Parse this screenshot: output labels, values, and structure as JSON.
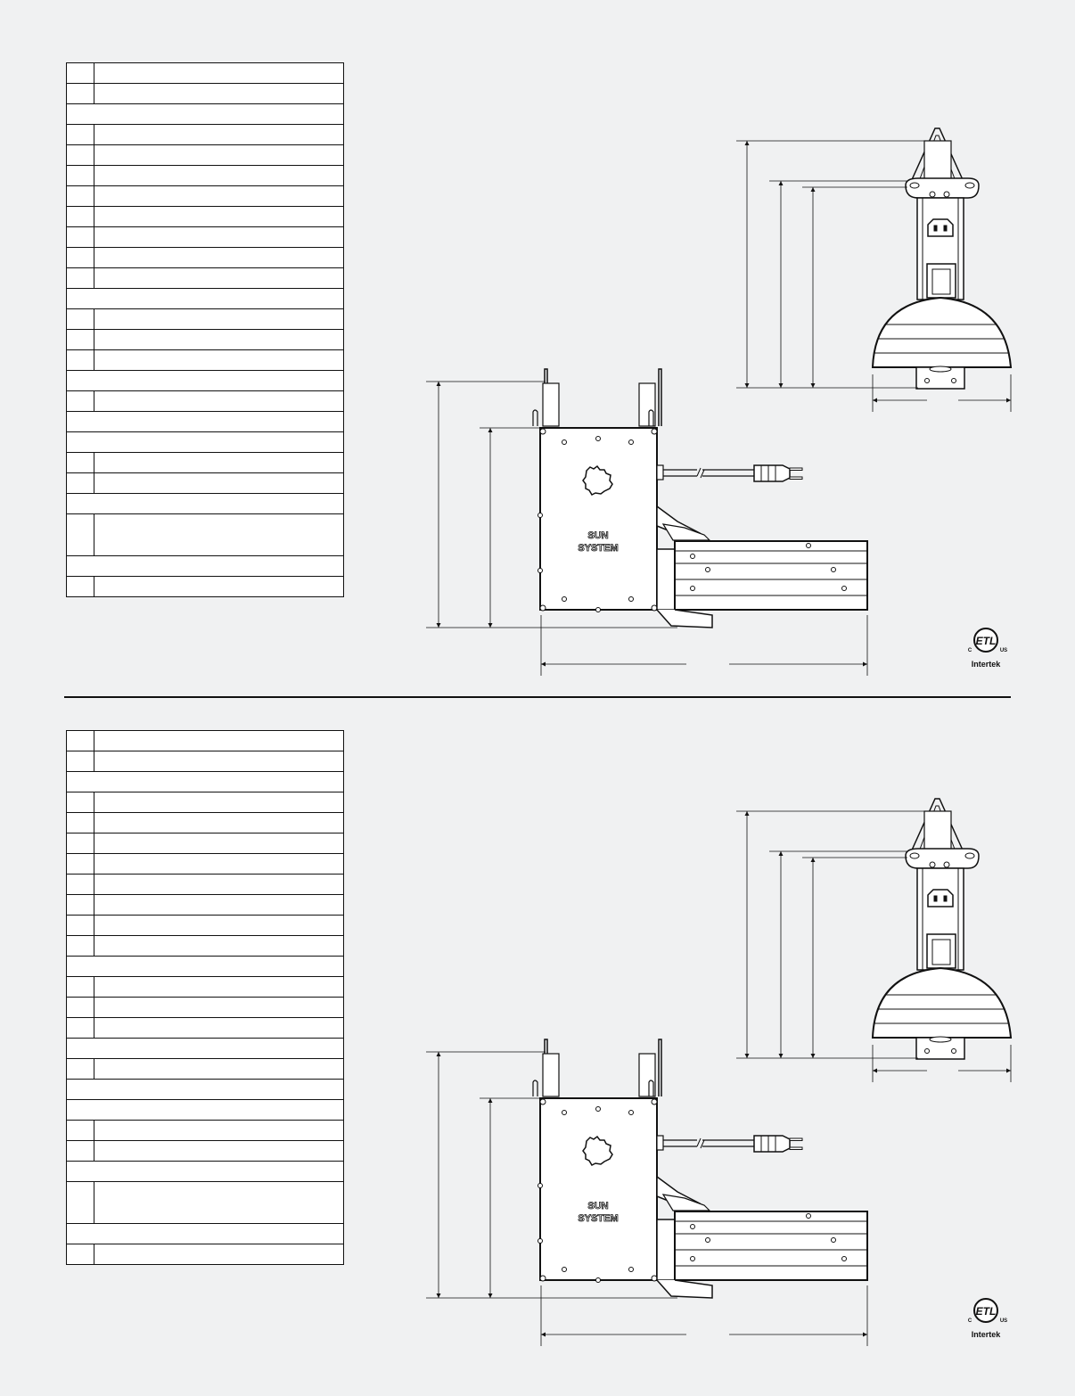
{
  "sheets": [
    {
      "table_rows": [
        "num",
        "num",
        "section",
        "num",
        "num",
        "num",
        "num",
        "num",
        "num",
        "num",
        "num",
        "section",
        "num",
        "num",
        "num",
        "section",
        "num",
        "section",
        "section",
        "num",
        "num",
        "section",
        "tall",
        "section",
        "num"
      ],
      "body_text": [
        "SUN",
        "SYSTEM"
      ],
      "cert": {
        "mark": "ETL",
        "left": "C",
        "right": "US",
        "maker": "Intertek"
      }
    },
    {
      "table_rows": [
        "num",
        "num",
        "section",
        "num",
        "num",
        "num",
        "num",
        "num",
        "num",
        "num",
        "num",
        "section",
        "num",
        "num",
        "num",
        "section",
        "num",
        "section",
        "section",
        "num",
        "num",
        "section",
        "tall",
        "section",
        "num"
      ],
      "body_text": [
        "SUN",
        "SYSTEM"
      ],
      "cert": {
        "mark": "ETL",
        "left": "C",
        "right": "US",
        "maker": "Intertek"
      }
    }
  ],
  "colors": {
    "line": "#111111",
    "paper": "#ffffff",
    "background": "#f0f1f2"
  }
}
